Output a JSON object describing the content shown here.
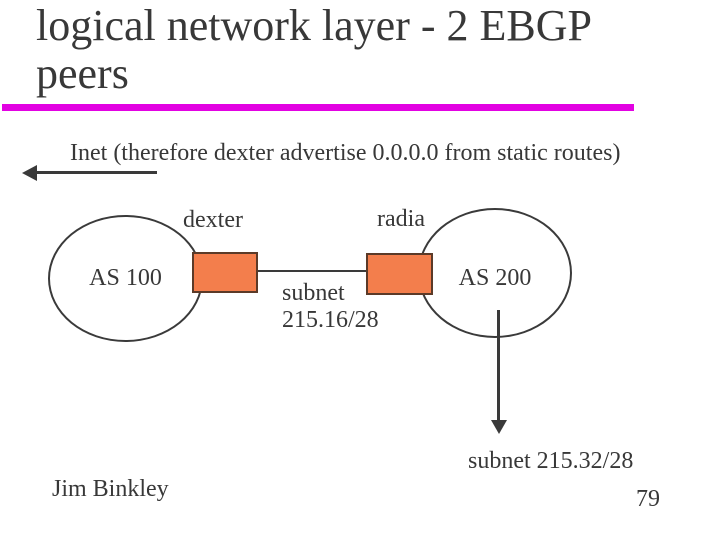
{
  "slide": {
    "title": "logical network layer - 2 EBGP peers",
    "subtitle": "Inet (therefore dexter advertise 0.0.0.0 from static routes)",
    "footer_author": "Jim Binkley",
    "page_number": "79"
  },
  "diagram": {
    "as_left": {
      "label": "AS 100"
    },
    "as_right": {
      "label": "AS 200"
    },
    "router_left": {
      "name": "dexter"
    },
    "router_right": {
      "name": "radia"
    },
    "link_subnet": {
      "line1": "subnet",
      "line2": "215.16/28"
    },
    "bottom_subnet": "subnet 215.32/28"
  },
  "colors": {
    "accent_rule": "#e202e2",
    "router_fill": "#f37e4c",
    "router_border": "#5b3a28",
    "line": "#3a3a3a",
    "text": "#383838"
  }
}
